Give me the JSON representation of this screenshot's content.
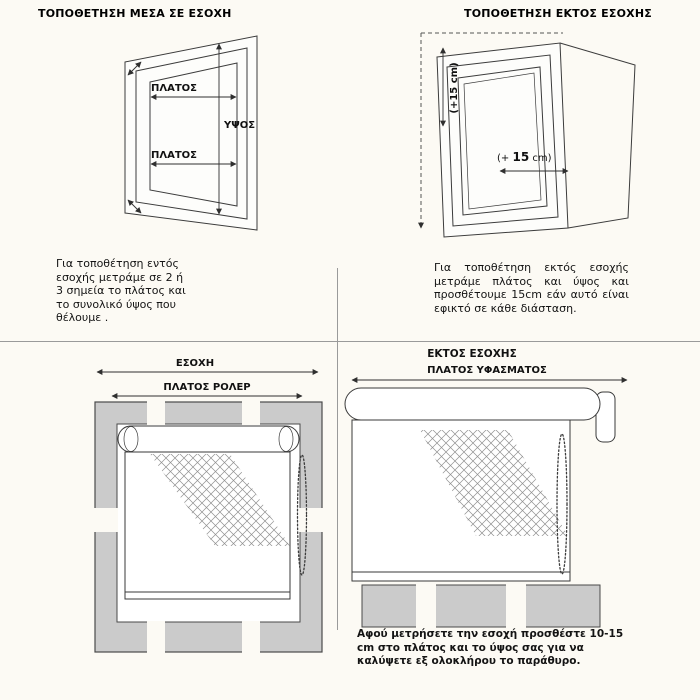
{
  "inside_recess": {
    "title": "ΤΟΠΟΘΕΤΗΣΗ ΜΕΣΑ ΣΕ ΕΣΟΧΗ",
    "width_label_top": "ΠΛΑΤΟΣ",
    "width_label_bottom": "ΠΛΑΤΟΣ",
    "height_label": "ΥΨΟΣ",
    "caption": "Για τοποθέτηση εντός εσοχής μετράμε σε 2 ή 3 σημεία το πλάτος και το συνολικό ύψος που θέλουμε ."
  },
  "outside_recess": {
    "title": "ΤΟΠΟΘΕΤΗΣΗ ΕΚΤΟΣ ΕΣΟΧΗΣ",
    "height_add_label": "(+15 cm)",
    "width_add_prefix": "(+ ",
    "width_add_value": "15",
    "width_add_suffix": " cm)",
    "caption": "Για τοποθέτηση εκτός εσοχής μετράμε πλάτος και ύψος και προσθέτουμε 15cm εάν αυτό είναι εφικτό σε κάθε διάσταση."
  },
  "inside_mount": {
    "recess_label": "ΕΣΟΧΗ",
    "roller_width_label": "ΠΛΑΤΟΣ ΡΟΛΕΡ"
  },
  "outside_mount": {
    "title": "ΕΚΤΟΣ ΕΣΟΧΗΣ",
    "fabric_width_label": "ΠΛΑΤΟΣ ΥΦΑΣΜΑΤΟΣ",
    "caption": "Αφού μετρήσετε την εσοχή προσθέστε 10-15 cm στο πλάτος και το ύψος σας για να καλύψετε εξ ολοκλήρου το παράθυρο."
  },
  "colors": {
    "line": "#3c3c3c",
    "frame_gray": "#cbcbcb",
    "divider": "#9a9a9a",
    "background": "#fcfaf4"
  }
}
